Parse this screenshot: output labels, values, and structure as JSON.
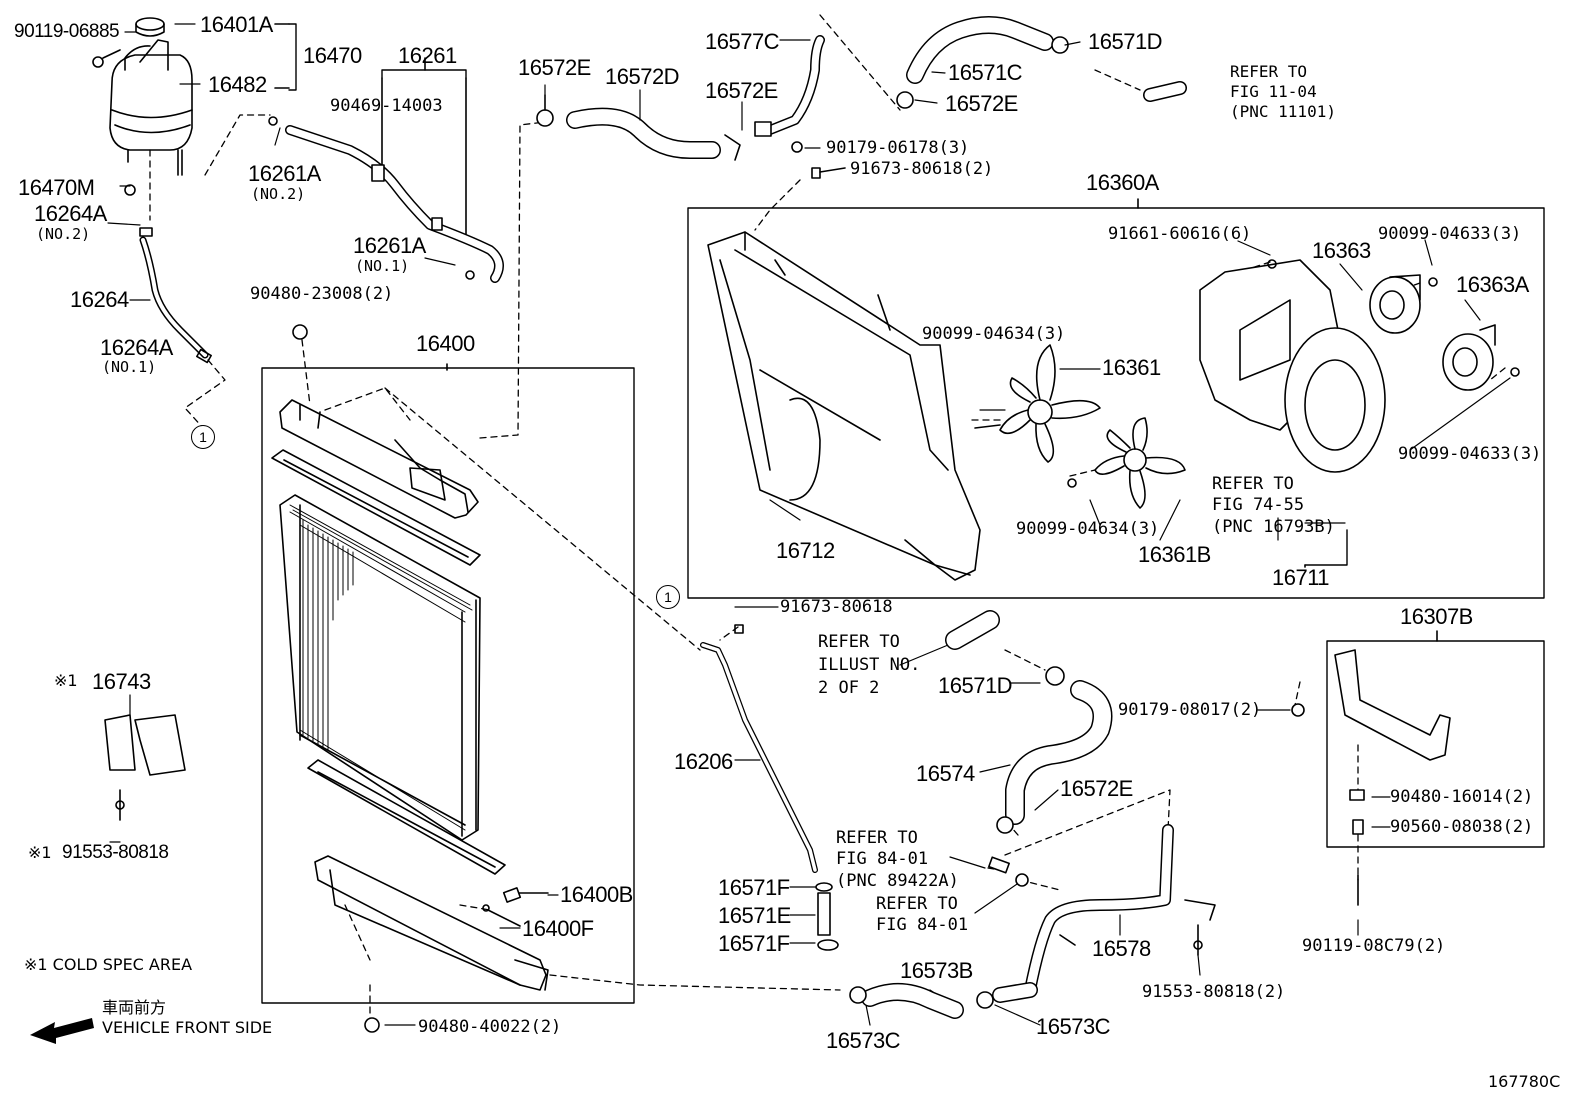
{
  "labels": {
    "p90119_06885": "90119-06885",
    "p16401A": "16401A",
    "p16470": "16470",
    "p16482": "16482",
    "p16261": "16261",
    "p90469_14003": "90469-14003",
    "p16470M": "16470M",
    "p16261A_top": "16261A",
    "no2_a": "(NO.2)",
    "p16264A_top": "16264A",
    "no2_b": "(NO.2)",
    "p16261A_mid": "16261A",
    "no1_a": "(NO.1)",
    "p16264": "16264",
    "p90480_23008": "90480-23008(2)",
    "p16264A_low": "16264A",
    "no1_b": "(NO.1)",
    "p16400": "16400",
    "circle1": "1",
    "p16572E_a": "16572E",
    "p16572D": "16572D",
    "p16577C": "16577C",
    "p16572E_b": "16572E",
    "p16571C": "16571C",
    "p16571D_top": "16571D",
    "p16572E_c": "16572E",
    "p90179_06178": "90179-06178(3)",
    "p91673_80618_2": "91673-80618(2)",
    "refer_fig1104": "REFER TO\nFIG 11-04\n(PNC 11101)",
    "p16360A": "16360A",
    "p91661_60616": "91661-60616(6)",
    "p16363": "16363",
    "p90099_04633_a": "90099-04633(3)",
    "p16363A": "16363A",
    "p90099_04634_a": "90099-04634(3)",
    "p16361": "16361",
    "p90099_04633_b": "90099-04633(3)",
    "refer_fig7455": "REFER TO\nFIG 74-55\n(PNC 16793B)",
    "p16712": "16712",
    "p90099_04634_b": "90099-04634(3)",
    "p16361B": "16361B",
    "p16711": "16711",
    "circle2": "1",
    "p91673_80618": "91673-80618",
    "refer_illust": "REFER TO\nILLUST NO.\n2 OF 2",
    "p16571D_mid": "16571D",
    "p16307B": "16307B",
    "p90179_08017": "90179-08017(2)",
    "p16206": "16206",
    "p16574": "16574",
    "p16572E_d": "16572E",
    "p90480_16014": "90480-16014(2)",
    "p90560_08038": "90560-08038(2)",
    "cold_mark1": "※1",
    "p16743": "16743",
    "cold_mark2": "※1",
    "p91553_80818_l": "91553-80818",
    "refer_fig8401a": "REFER TO\nFIG 84-01\n(PNC 89422A)",
    "p16571F_a": "16571F",
    "p16571E": "16571E",
    "p16571F_b": "16571F",
    "refer_fig8401b": "REFER TO\nFIG 84-01",
    "p16400B": "16400B",
    "p16400F": "16400F",
    "p16578": "16578",
    "p90119_08C79": "90119-08C79(2)",
    "cold_note": "※1  COLD SPEC AREA",
    "p16573B": "16573B",
    "p91553_80818_r": "91553-80818(2)",
    "front_jp": "車両前方",
    "front_en": "VEHICLE FRONT SIDE",
    "p90480_40022": "90480-40022(2)",
    "p16573C_a": "16573C",
    "p16573C_b": "16573C",
    "fig_code": "167780C"
  }
}
